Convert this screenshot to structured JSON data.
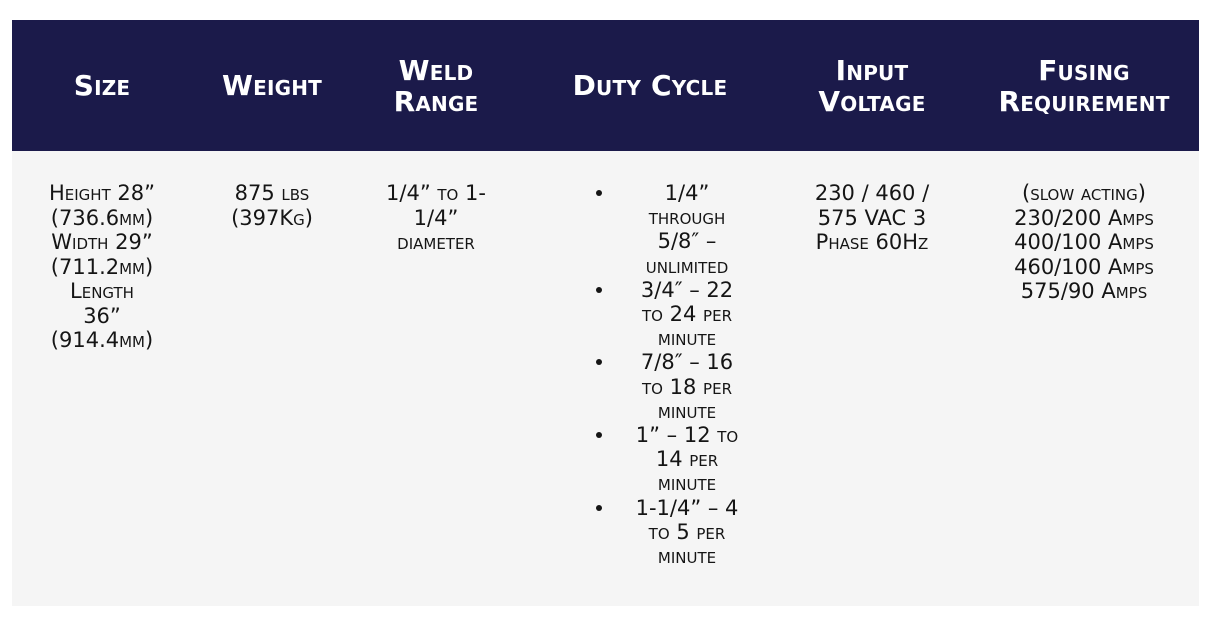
{
  "colors": {
    "header_background": "#1b1a4a",
    "header_text": "#ffffff",
    "body_background": "#f5f5f5",
    "body_text": "#151515"
  },
  "headers": [
    {
      "lines": [
        "Size"
      ]
    },
    {
      "lines": [
        "Weight"
      ]
    },
    {
      "lines": [
        "Weld",
        "Range"
      ]
    },
    {
      "lines": [
        "Duty Cycle"
      ]
    },
    {
      "lines": [
        "Input",
        "Voltage"
      ]
    },
    {
      "lines": [
        "Fusing",
        "Requirement"
      ]
    }
  ],
  "row": {
    "size": [
      "Height 28”",
      "(736.6mm)",
      "Width 29”",
      "(711.2mm)",
      "Length",
      "36”",
      "(914.4mm)"
    ],
    "weight": [
      "875 lbs",
      "(397Kg)"
    ],
    "weld_range": [
      "1/4” to 1-",
      "1/4”",
      "diameter"
    ],
    "duty_cycle": [
      "1/4” through 5/8″ – unlimited",
      "3/4″ – 22 to 24 per minute",
      "7/8″ – 16 to 18 per minute",
      "1” – 12 to 14 per minute",
      "1-1/4” – 4 to 5 per minute"
    ],
    "input_voltage": [
      "230 / 460 /",
      "575 VAC 3",
      "Phase 60Hz"
    ],
    "fusing": [
      "(slow acting)",
      "230/200 Amps",
      "400/100 Amps",
      "460/100 Amps",
      "575/90 Amps"
    ]
  }
}
